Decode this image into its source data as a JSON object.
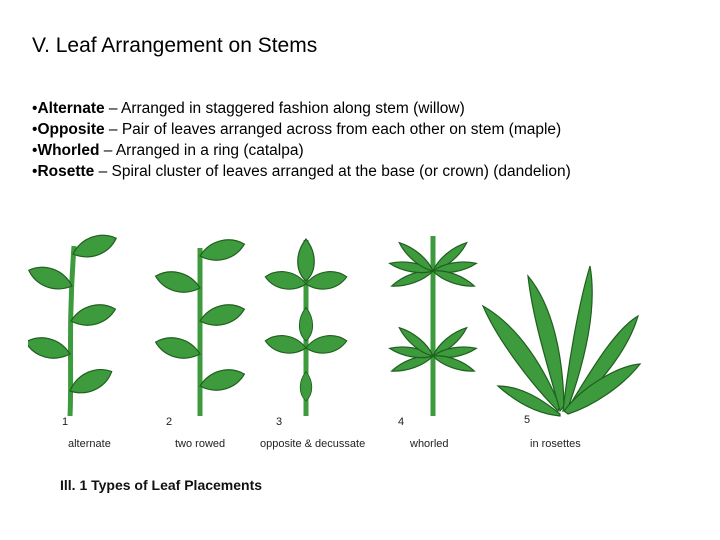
{
  "slide": {
    "title": "V. Leaf Arrangement on Stems",
    "bullets": [
      {
        "term": "Alternate",
        "desc": "Arranged in staggered fashion along stem (willow)"
      },
      {
        "term": "Opposite",
        "desc": "Pair of leaves arranged across from each other on stem (maple)"
      },
      {
        "term": "Whorled",
        "desc": "Arranged in a ring (catalpa)"
      },
      {
        "term": "Rosette",
        "desc": "Spiral cluster of leaves arranged at the base (or crown) (dandelion)"
      }
    ],
    "bullet_prefix": "•",
    "separator": " – "
  },
  "figure": {
    "plate_caption": "Ill. 1 Types of Leaf Placements",
    "panels": [
      {
        "number": "1",
        "label": "alternate"
      },
      {
        "number": "2",
        "label": "two rowed"
      },
      {
        "number": "3",
        "label": "opposite & decussate"
      },
      {
        "number": "4",
        "label": "whorled"
      },
      {
        "number": "5",
        "label": "in rosettes"
      }
    ],
    "colors": {
      "leaf": "#3d9a3d",
      "leaf_dark": "#1f5f1f",
      "stem": "#3d9a3d"
    }
  }
}
